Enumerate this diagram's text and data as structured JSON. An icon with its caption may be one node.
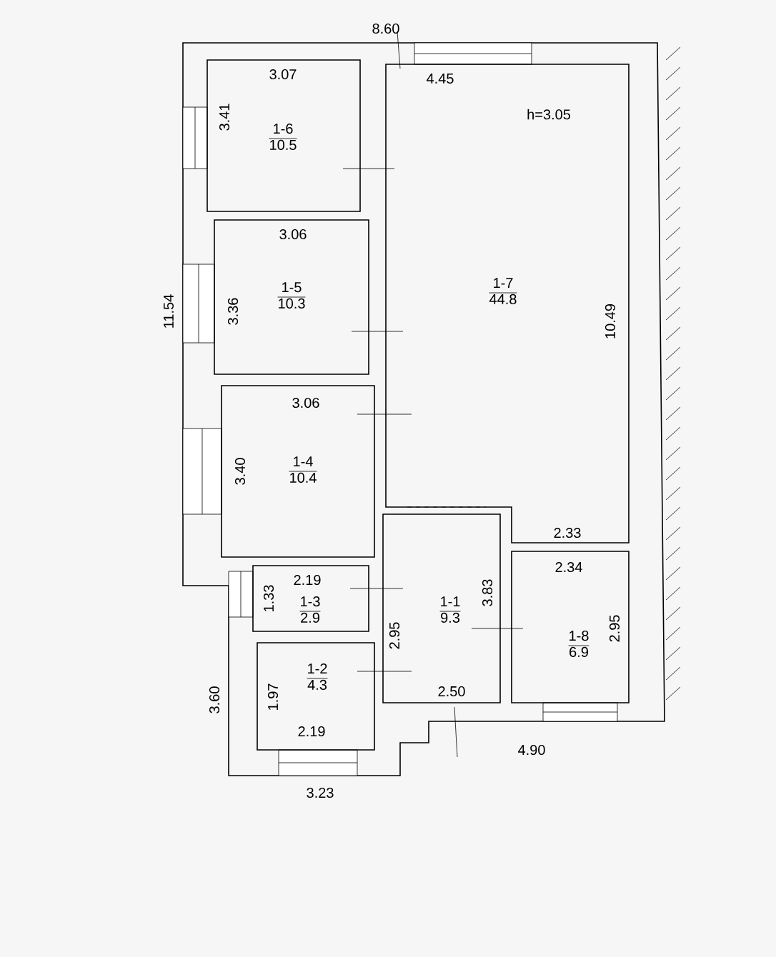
{
  "diagram": {
    "nodes": [
      {
        "text": [
          "1-6",
          "10.5"
        ]
      },
      {
        "text": [
          "1-7",
          "44.8"
        ]
      },
      {
        "text": [
          "1-5",
          "10.3"
        ]
      },
      {
        "text": [
          "1-4",
          "10.4"
        ]
      },
      {
        "text": [
          "1-3",
          "2.9"
        ]
      },
      {
        "text": [
          "1-1",
          "9.3"
        ]
      },
      {
        "text": [
          "1-8",
          "6.9"
        ]
      },
      {
        "text": [
          "1-2",
          "4.3"
        ]
      }
    ],
    "labels": [
      "8.60",
      "3.07",
      "4.45",
      "h=3.05",
      "3.41",
      "3.06",
      "11.54",
      "3.36",
      "10.49",
      "3.06",
      "3.40",
      "2.33",
      "2.34",
      "2.19",
      "1.33",
      "3.83",
      "2.95",
      "2.95",
      "3.60",
      "1.97",
      "2.50",
      "2.19",
      "4.90",
      "3.23"
    ]
  }
}
